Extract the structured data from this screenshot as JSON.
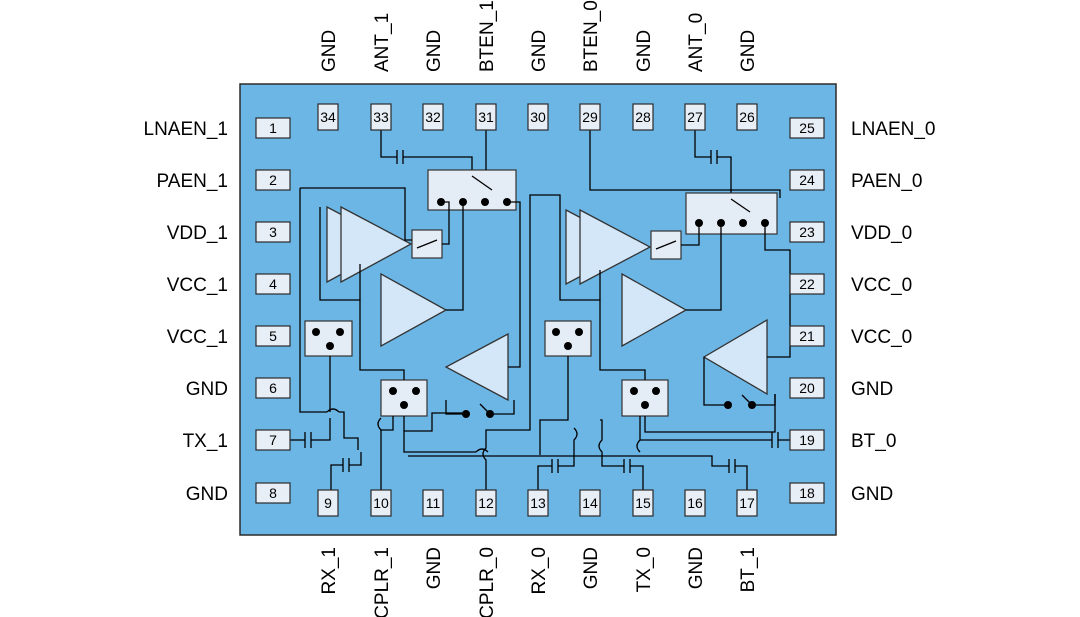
{
  "colors": {
    "chip_fill": "#6cb6e6",
    "chip_border": "#2b2b2b",
    "pad_fill": "#e8eef6",
    "amp_fill": "#d4e7f8"
  },
  "pins": {
    "left": [
      {
        "num": "1",
        "name": "LNAEN_1"
      },
      {
        "num": "2",
        "name": "PAEN_1"
      },
      {
        "num": "3",
        "name": "VDD_1"
      },
      {
        "num": "4",
        "name": "VCC_1"
      },
      {
        "num": "5",
        "name": "VCC_1"
      },
      {
        "num": "6",
        "name": "GND"
      },
      {
        "num": "7",
        "name": "TX_1"
      },
      {
        "num": "8",
        "name": "GND"
      }
    ],
    "right": [
      {
        "num": "25",
        "name": "LNAEN_0"
      },
      {
        "num": "24",
        "name": "PAEN_0"
      },
      {
        "num": "23",
        "name": "VDD_0"
      },
      {
        "num": "22",
        "name": "VCC_0"
      },
      {
        "num": "21",
        "name": "VCC_0"
      },
      {
        "num": "20",
        "name": "GND"
      },
      {
        "num": "19",
        "name": "BT_0"
      },
      {
        "num": "18",
        "name": "GND"
      }
    ],
    "top": [
      {
        "num": "34",
        "name": "GND"
      },
      {
        "num": "33",
        "name": "ANT_1"
      },
      {
        "num": "32",
        "name": "GND"
      },
      {
        "num": "31",
        "name": "BTEN_1"
      },
      {
        "num": "30",
        "name": "GND"
      },
      {
        "num": "29",
        "name": "BTEN_0"
      },
      {
        "num": "28",
        "name": "GND"
      },
      {
        "num": "27",
        "name": "ANT_0"
      },
      {
        "num": "26",
        "name": "GND"
      }
    ],
    "bottom": [
      {
        "num": "9",
        "name": "RX_1"
      },
      {
        "num": "10",
        "name": "CPLR_1"
      },
      {
        "num": "11",
        "name": "GND"
      },
      {
        "num": "12",
        "name": "CPLR_0"
      },
      {
        "num": "13",
        "name": "RX_0"
      },
      {
        "num": "14",
        "name": "GND"
      },
      {
        "num": "15",
        "name": "TX_0"
      },
      {
        "num": "16",
        "name": "GND"
      },
      {
        "num": "17",
        "name": "BT_1"
      }
    ]
  }
}
